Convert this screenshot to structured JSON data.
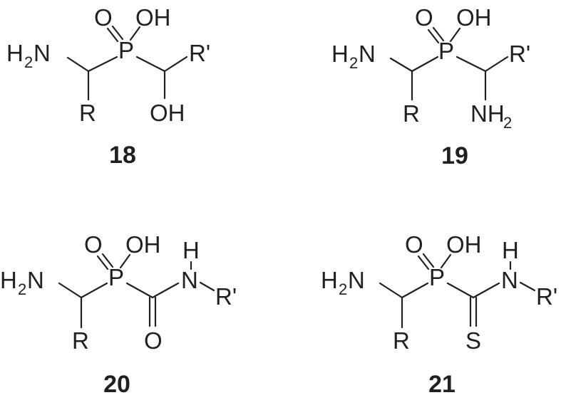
{
  "compounds": [
    {
      "number": "18",
      "labels": {
        "h2": "H",
        "two": "2",
        "n": "N",
        "p": "P",
        "o": "O",
        "oh": "OH",
        "r": "R",
        "rprime": "R'",
        "oh2": "OH"
      }
    },
    {
      "number": "19",
      "labels": {
        "h2": "H",
        "two": "2",
        "n": "N",
        "p": "P",
        "o": "O",
        "oh": "OH",
        "r": "R",
        "rprime": "R'",
        "nh": "NH",
        "two_b": "2"
      }
    },
    {
      "number": "20",
      "labels": {
        "h2": "H",
        "two": "2",
        "n": "N",
        "p": "P",
        "o": "O",
        "oh": "OH",
        "r": "R",
        "nh_h": "H",
        "nh_n": "N",
        "rprime": "R'",
        "o2": "O"
      }
    },
    {
      "number": "21",
      "labels": {
        "h2": "H",
        "two": "2",
        "n": "N",
        "p": "P",
        "o": "O",
        "oh": "OH",
        "r": "R",
        "nh_h": "H",
        "nh_n": "N",
        "rprime": "R'",
        "s": "S"
      }
    }
  ]
}
